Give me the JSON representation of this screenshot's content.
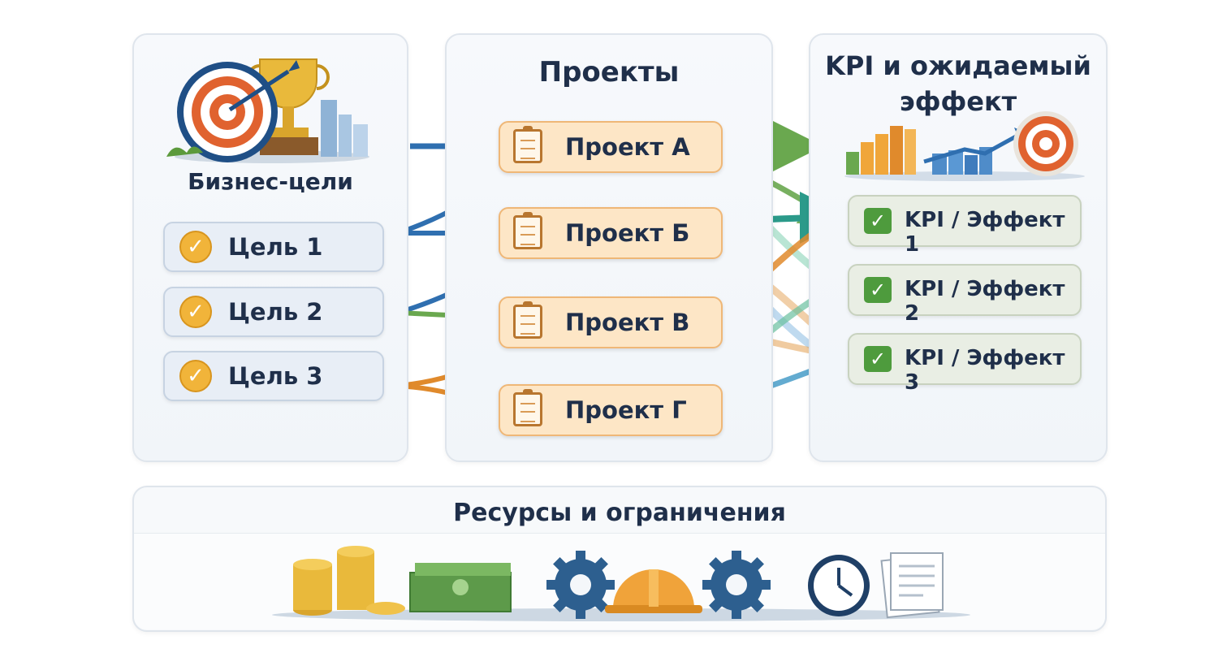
{
  "colors": {
    "blue": "#2f6fb0",
    "green": "#6aa84f",
    "orange": "#e08a2c",
    "teal": "#2b9a8a",
    "light_blue": "#7fb6e0"
  },
  "goals": {
    "title": "Бизнес-цели",
    "items": [
      {
        "label": "Цель 1",
        "icon": "check-circle-icon"
      },
      {
        "label": "Цель 2",
        "icon": "check-circle-icon"
      },
      {
        "label": "Цель 3",
        "icon": "check-circle-icon"
      }
    ],
    "illustration": [
      "target-icon",
      "trophy-icon",
      "city-icon"
    ]
  },
  "projects": {
    "title": "Проекты",
    "items": [
      {
        "label": "Проект А",
        "icon": "clipboard-icon"
      },
      {
        "label": "Проект Б",
        "icon": "clipboard-icon"
      },
      {
        "label": "Проект В",
        "icon": "clipboard-icon"
      },
      {
        "label": "Проект Г",
        "icon": "clipboard-icon"
      }
    ]
  },
  "kpi": {
    "title_line1": "KPI и ожидаемый",
    "title_line2": "эффект",
    "items": [
      {
        "label": "KPI / Эффект 1",
        "icon": "checkbox-icon"
      },
      {
        "label": "KPI / Эффект 2",
        "icon": "checkbox-icon"
      },
      {
        "label": "KPI / Эффект 3",
        "icon": "checkbox-icon"
      }
    ],
    "illustration": [
      "bar-chart-icon",
      "growth-arrow-icon",
      "target-icon"
    ]
  },
  "resources": {
    "title": "Ресурсы и ограничения",
    "icons": [
      "coins-icon",
      "cash-stack-icon",
      "gear-icon",
      "hard-hat-icon",
      "gear-icon",
      "clock-icon",
      "documents-icon"
    ]
  },
  "check_glyph": "✓"
}
